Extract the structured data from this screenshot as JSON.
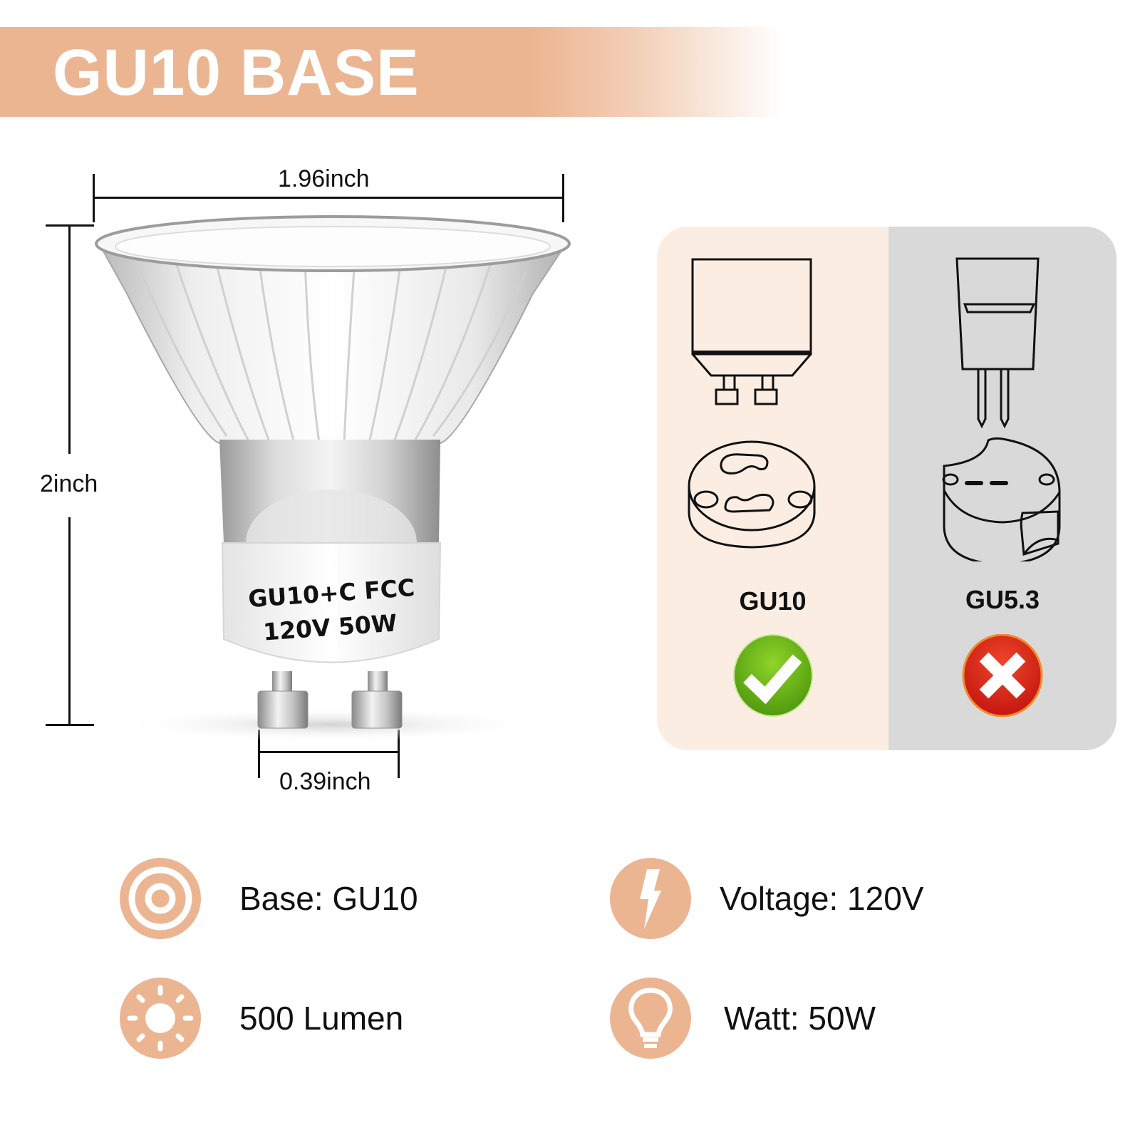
{
  "banner": {
    "title": "GU10 BASE",
    "color": "#ecb592"
  },
  "dimensions": {
    "width": "1.96inch",
    "height": "2inch",
    "pin_spacing": "0.39inch"
  },
  "bulb": {
    "label_line1": "GU10+C FCC",
    "label_line2": "120V 50W"
  },
  "comparison": {
    "compatible": {
      "label": "GU10",
      "status": "check-icon",
      "status_color": "#6cbf1a",
      "background": "#fcede3"
    },
    "incompatible": {
      "label": "GU5.3",
      "status": "cross-icon",
      "status_color": "#e0301e",
      "background": "#d9d9d9"
    }
  },
  "specs": [
    {
      "icon": "target-icon",
      "text": "Base: GU10"
    },
    {
      "icon": "lightning-icon",
      "text": "Voltage: 120V"
    },
    {
      "icon": "sun-icon",
      "text": "500 Lumen"
    },
    {
      "icon": "lightbulb-icon",
      "text": "Watt: 50W"
    }
  ]
}
